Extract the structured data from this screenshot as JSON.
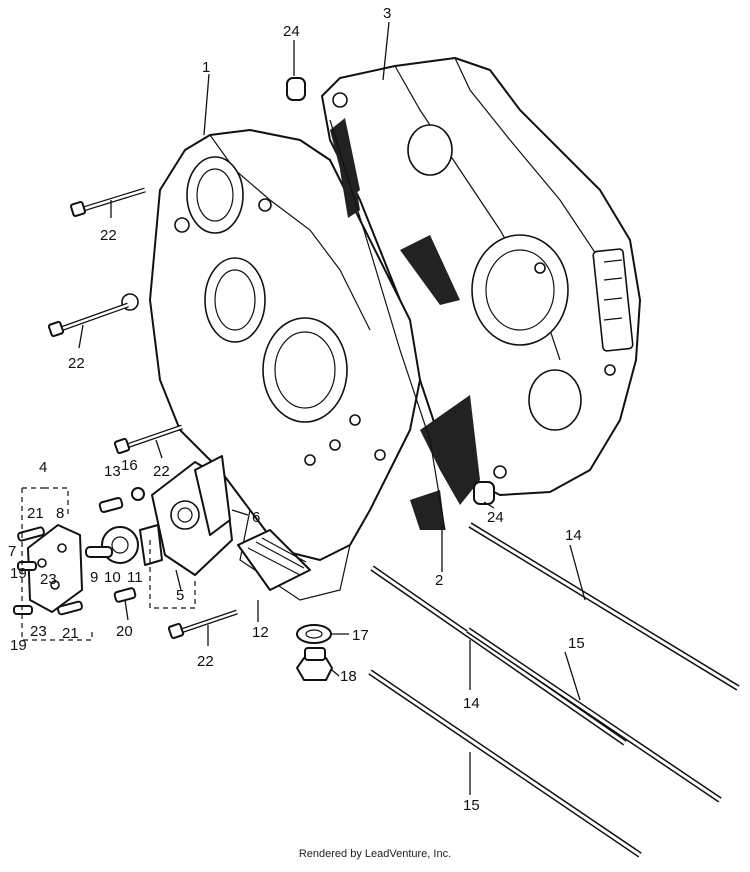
{
  "diagram": {
    "labels": [
      {
        "id": "1",
        "text": "1"
      },
      {
        "id": "2",
        "text": "2"
      },
      {
        "id": "3",
        "text": "3"
      },
      {
        "id": "4",
        "text": "4"
      },
      {
        "id": "5",
        "text": "5"
      },
      {
        "id": "6",
        "text": "6"
      },
      {
        "id": "7",
        "text": "7"
      },
      {
        "id": "8",
        "text": "8"
      },
      {
        "id": "9",
        "text": "9"
      },
      {
        "id": "10",
        "text": "10"
      },
      {
        "id": "11",
        "text": "11"
      },
      {
        "id": "12",
        "text": "12"
      },
      {
        "id": "13",
        "text": "13"
      },
      {
        "id": "14a",
        "text": "14"
      },
      {
        "id": "14b",
        "text": "14"
      },
      {
        "id": "15a",
        "text": "15"
      },
      {
        "id": "15b",
        "text": "15"
      },
      {
        "id": "16",
        "text": "16"
      },
      {
        "id": "17",
        "text": "17"
      },
      {
        "id": "18",
        "text": "18"
      },
      {
        "id": "19a",
        "text": "19"
      },
      {
        "id": "19b",
        "text": "19"
      },
      {
        "id": "20",
        "text": "20"
      },
      {
        "id": "21a",
        "text": "21"
      },
      {
        "id": "21b",
        "text": "21"
      },
      {
        "id": "22a",
        "text": "22"
      },
      {
        "id": "22b",
        "text": "22"
      },
      {
        "id": "22c",
        "text": "22"
      },
      {
        "id": "22d",
        "text": "22"
      },
      {
        "id": "23a",
        "text": "23"
      },
      {
        "id": "23b",
        "text": "23"
      },
      {
        "id": "24a",
        "text": "24"
      },
      {
        "id": "24b",
        "text": "24"
      }
    ]
  },
  "footer": {
    "text": "Rendered by LeadVenture, Inc."
  },
  "colors": {
    "ink": "#111111",
    "background": "#ffffff"
  }
}
